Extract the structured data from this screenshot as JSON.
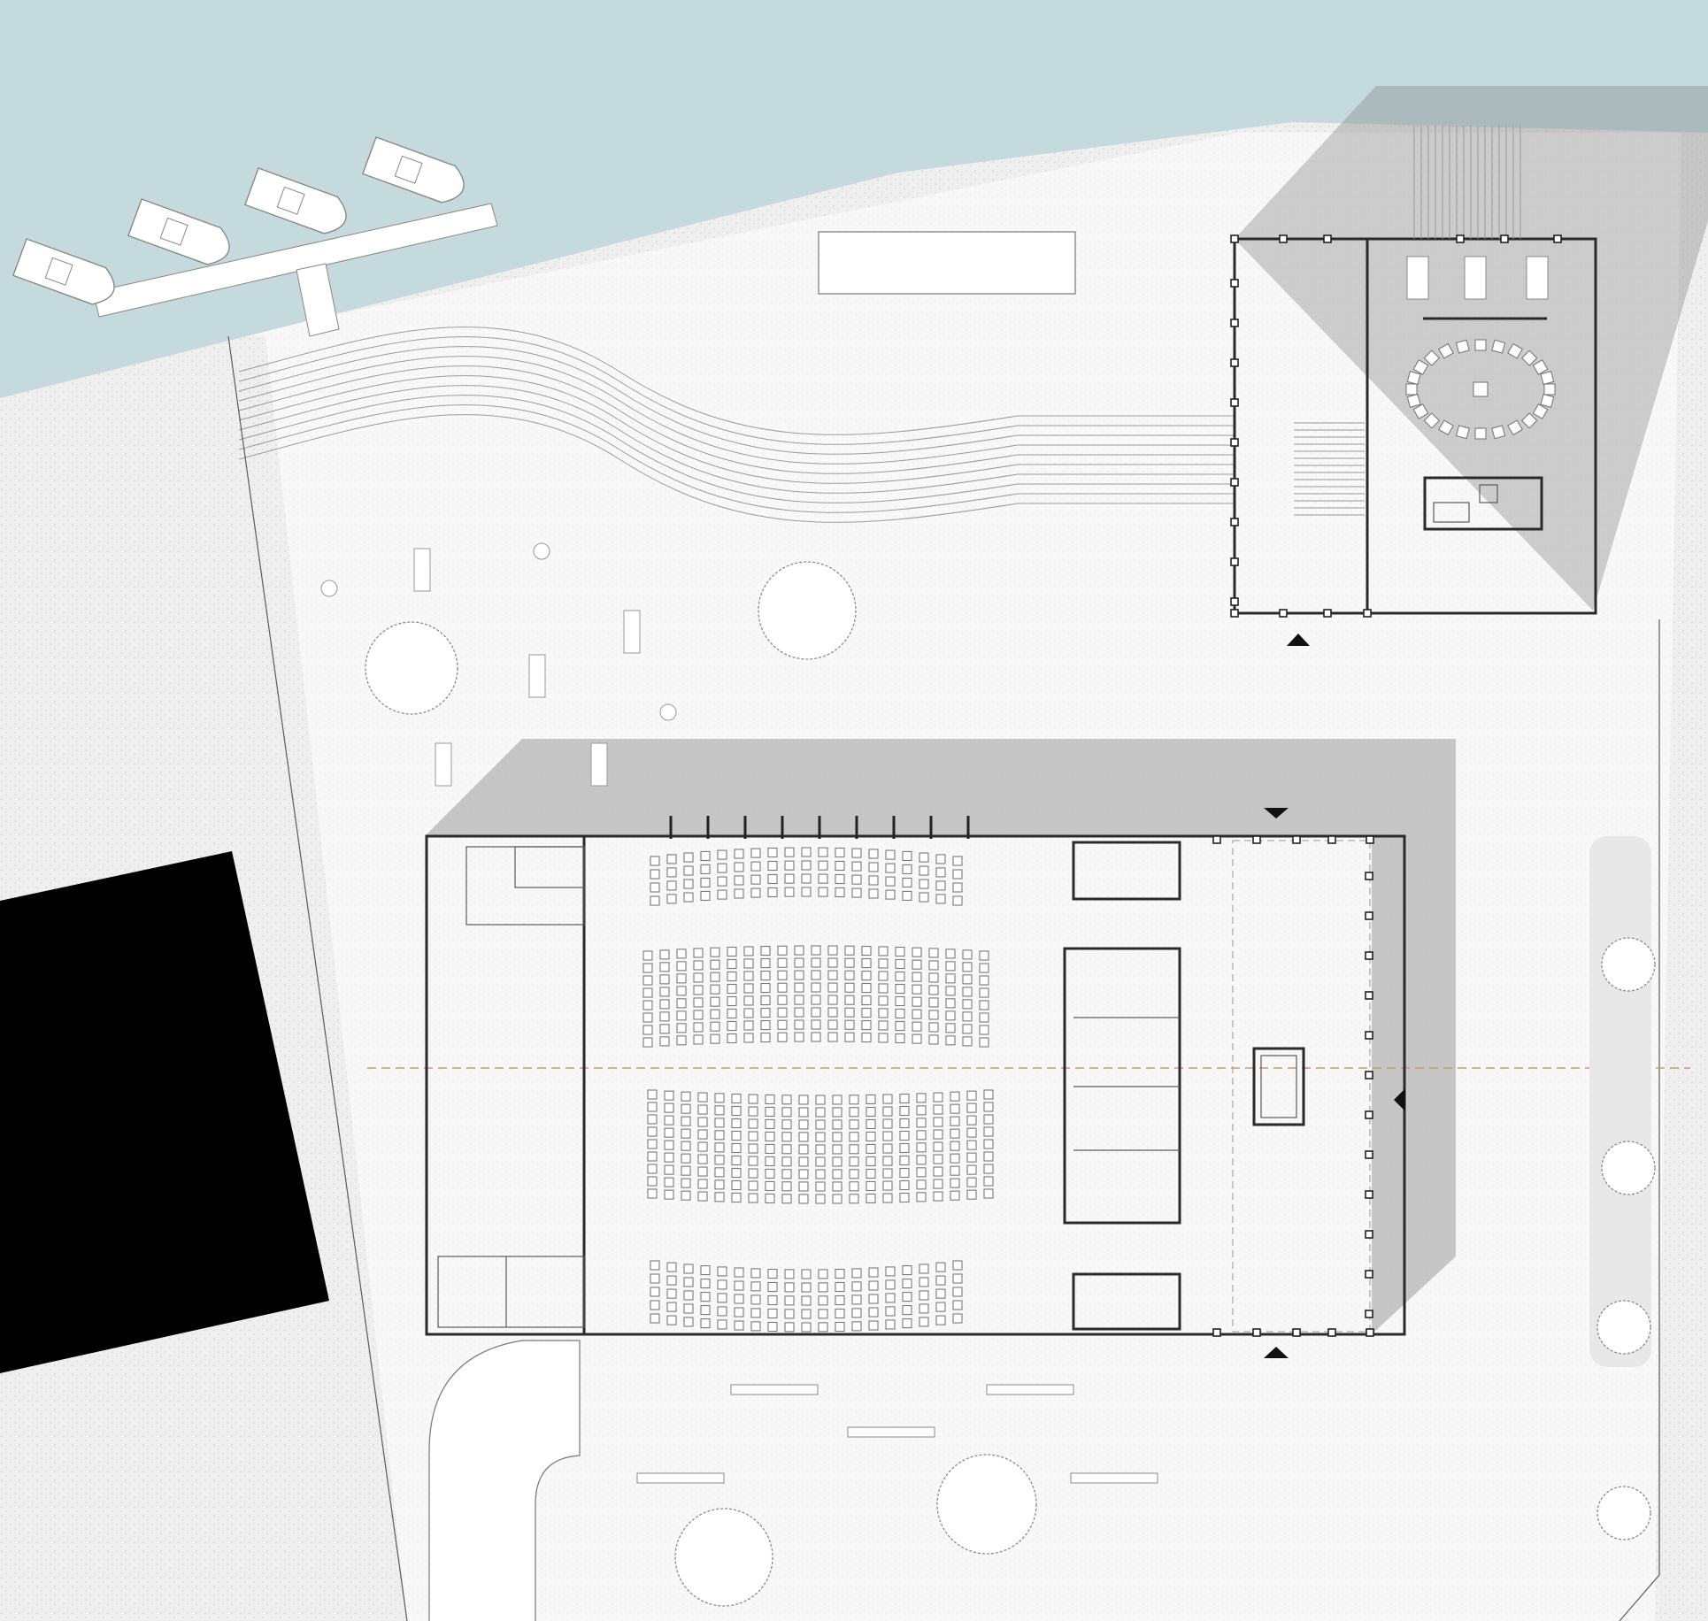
{
  "plan": {
    "colors": {
      "water": "#c5dadd",
      "ground": "#ececec",
      "shadow": "#c8c8c8",
      "black_block": "#000000",
      "section_line": "#c79a6d",
      "wall": "#2a2a2a"
    },
    "icons": [
      "boat-icon",
      "tree-icon",
      "entrance-arrow-icon",
      "table-icon",
      "chair-icon"
    ],
    "hall_seat_rows": {
      "front_block_rows": 4,
      "middle_block_rows": 8,
      "back_block_rows": 9,
      "rear_block_rows": 5
    }
  }
}
